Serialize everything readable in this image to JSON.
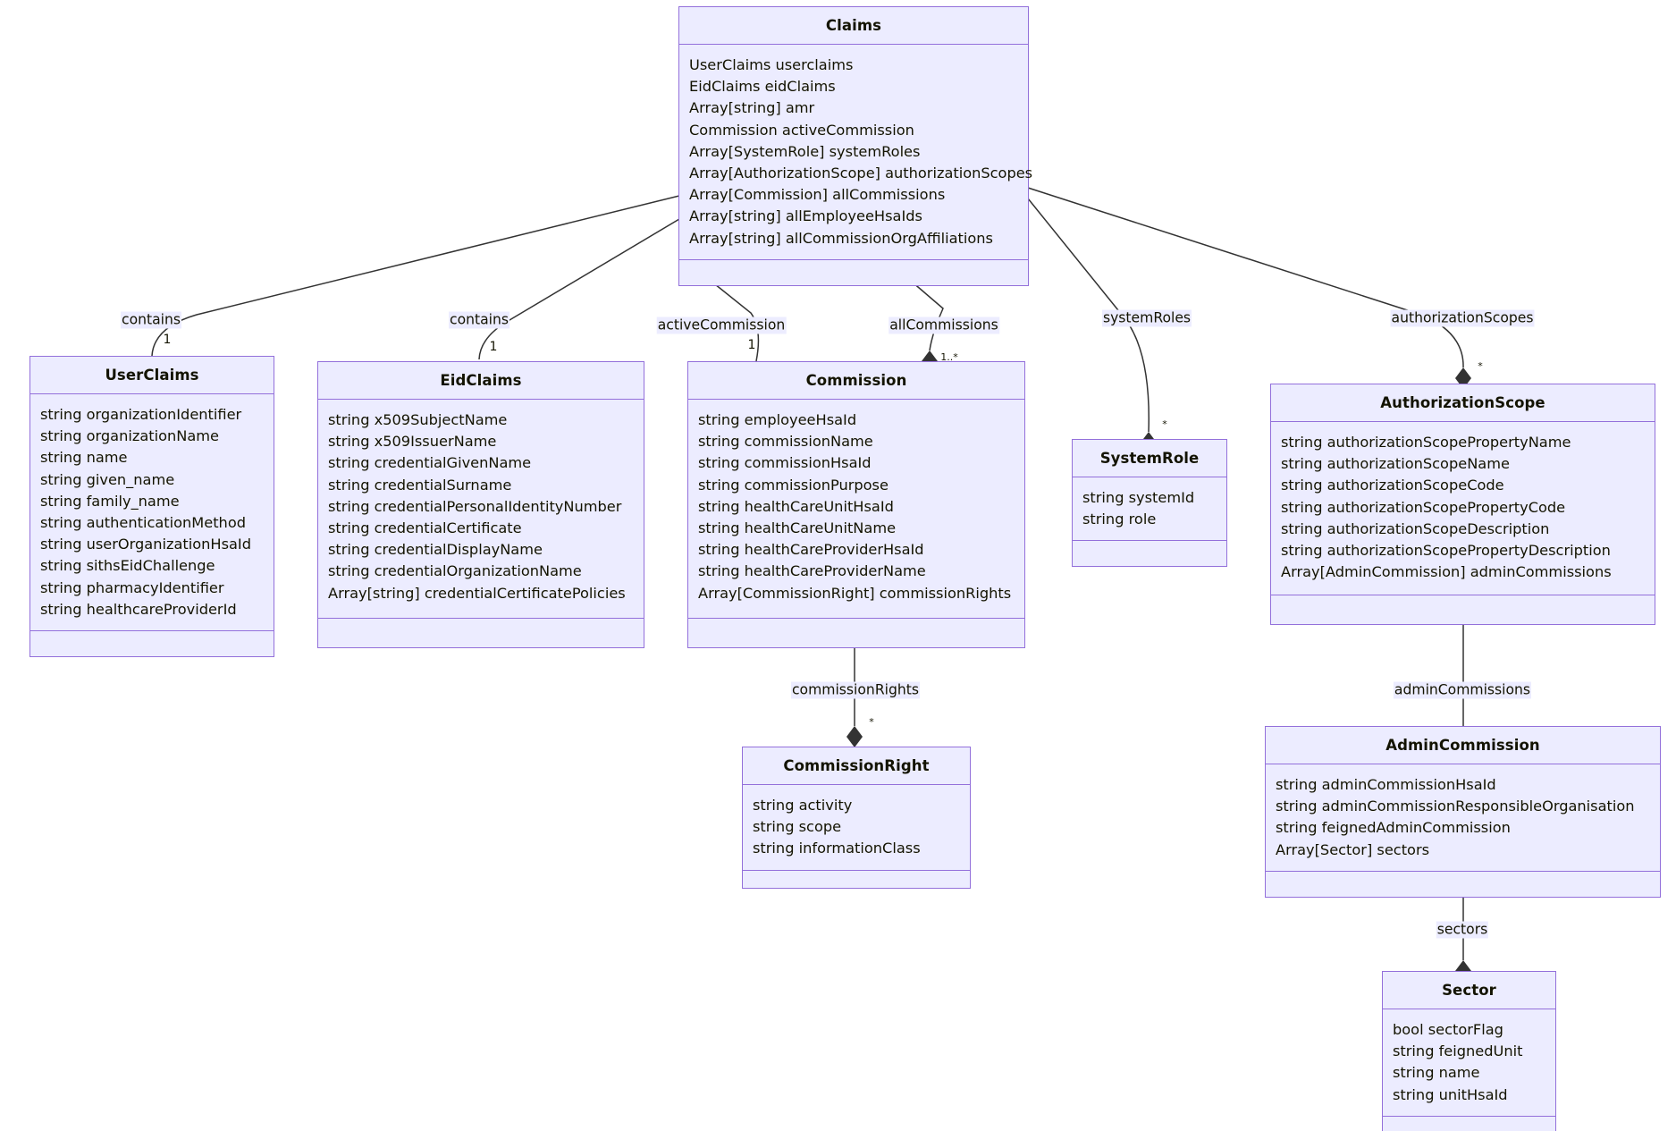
{
  "diagram": {
    "type": "uml-class-diagram",
    "colors": {
      "node_fill": "#ececff",
      "node_border": "#9370db",
      "text": "#131300",
      "edge": "#333333",
      "label_background": "#ececff"
    },
    "classes": [
      {
        "id": "claims",
        "name": "Claims",
        "members": [
          "UserClaims userclaims",
          "EidClaims eidClaims",
          "Array[string] amr",
          "Commission activeCommission",
          "Array[SystemRole] systemRoles",
          "Array[AuthorizationScope] authorizationScopes",
          "Array[Commission] allCommissions",
          "Array[string] allEmployeeHsaIds",
          "Array[string] allCommissionOrgAffiliations"
        ],
        "methods": []
      },
      {
        "id": "userclaims",
        "name": "UserClaims",
        "members": [
          "string organizationIdentifier",
          "string organizationName",
          "string name",
          "string given_name",
          "string family_name",
          "string authenticationMethod",
          "string userOrganizationHsaId",
          "string sithsEidChallenge",
          "string pharmacyIdentifier",
          "string healthcareProviderId"
        ],
        "methods": []
      },
      {
        "id": "eidclaims",
        "name": "EidClaims",
        "members": [
          "string x509SubjectName",
          "string x509IssuerName",
          "string credentialGivenName",
          "string credentialSurname",
          "string credentialPersonalIdentityNumber",
          "string credentialCertificate",
          "string credentialDisplayName",
          "string credentialOrganizationName",
          "Array[string] credentialCertificatePolicies"
        ],
        "methods": []
      },
      {
        "id": "commission",
        "name": "Commission",
        "members": [
          "string employeeHsaId",
          "string commissionName",
          "string commissionHsaId",
          "string commissionPurpose",
          "string healthCareUnitHsaId",
          "string healthCareUnitName",
          "string healthCareProviderHsaId",
          "string healthCareProviderName",
          "Array[CommissionRight] commissionRights"
        ],
        "methods": []
      },
      {
        "id": "systemrole",
        "name": "SystemRole",
        "members": [
          "string systemId",
          "string role"
        ],
        "methods": []
      },
      {
        "id": "authorizationscope",
        "name": "AuthorizationScope",
        "members": [
          "string authorizationScopePropertyName",
          "string authorizationScopeName",
          "string authorizationScopeCode",
          "string authorizationScopePropertyCode",
          "string authorizationScopeDescription",
          "string authorizationScopePropertyDescription",
          "Array[AdminCommission] adminCommissions"
        ],
        "methods": []
      },
      {
        "id": "commissionright",
        "name": "CommissionRight",
        "members": [
          "string activity",
          "string scope",
          "string informationClass"
        ],
        "methods": []
      },
      {
        "id": "admincommission",
        "name": "AdminCommission",
        "members": [
          "string adminCommissionHsaId",
          "string adminCommissionResponsibleOrganisation",
          "string feignedAdminCommission",
          "Array[Sector] sectors"
        ],
        "methods": []
      },
      {
        "id": "sector",
        "name": "Sector",
        "members": [
          "bool sectorFlag",
          "string feignedUnit",
          "string name",
          "string unitHsaId"
        ],
        "methods": []
      }
    ],
    "relations": [
      {
        "id": "r1",
        "from": "Claims",
        "to": "UserClaims",
        "label": "contains",
        "multiplicity": "1",
        "marker": "none"
      },
      {
        "id": "r2",
        "from": "Claims",
        "to": "EidClaims",
        "label": "contains",
        "multiplicity": "1",
        "marker": "none"
      },
      {
        "id": "r3",
        "from": "Claims",
        "to": "Commission",
        "label": "activeCommission",
        "multiplicity": "1",
        "marker": "none"
      },
      {
        "id": "r4",
        "from": "Claims",
        "to": "Commission",
        "label": "allCommissions",
        "multiplicity": "1..*",
        "marker": "filled-diamond"
      },
      {
        "id": "r5",
        "from": "Claims",
        "to": "SystemRole",
        "label": "systemRoles",
        "multiplicity": "*",
        "marker": "filled-diamond"
      },
      {
        "id": "r6",
        "from": "Claims",
        "to": "AuthorizationScope",
        "label": "authorizationScopes",
        "multiplicity": "*",
        "marker": "filled-diamond"
      },
      {
        "id": "r7",
        "from": "Commission",
        "to": "CommissionRight",
        "label": "commissionRights",
        "multiplicity": "*",
        "marker": "filled-diamond"
      },
      {
        "id": "r8",
        "from": "AuthorizationScope",
        "to": "AdminCommission",
        "label": "adminCommissions",
        "multiplicity": "",
        "marker": "filled-diamond"
      },
      {
        "id": "r9",
        "from": "AdminCommission",
        "to": "Sector",
        "label": "sectors",
        "multiplicity": "",
        "marker": "filled-diamond"
      }
    ]
  }
}
